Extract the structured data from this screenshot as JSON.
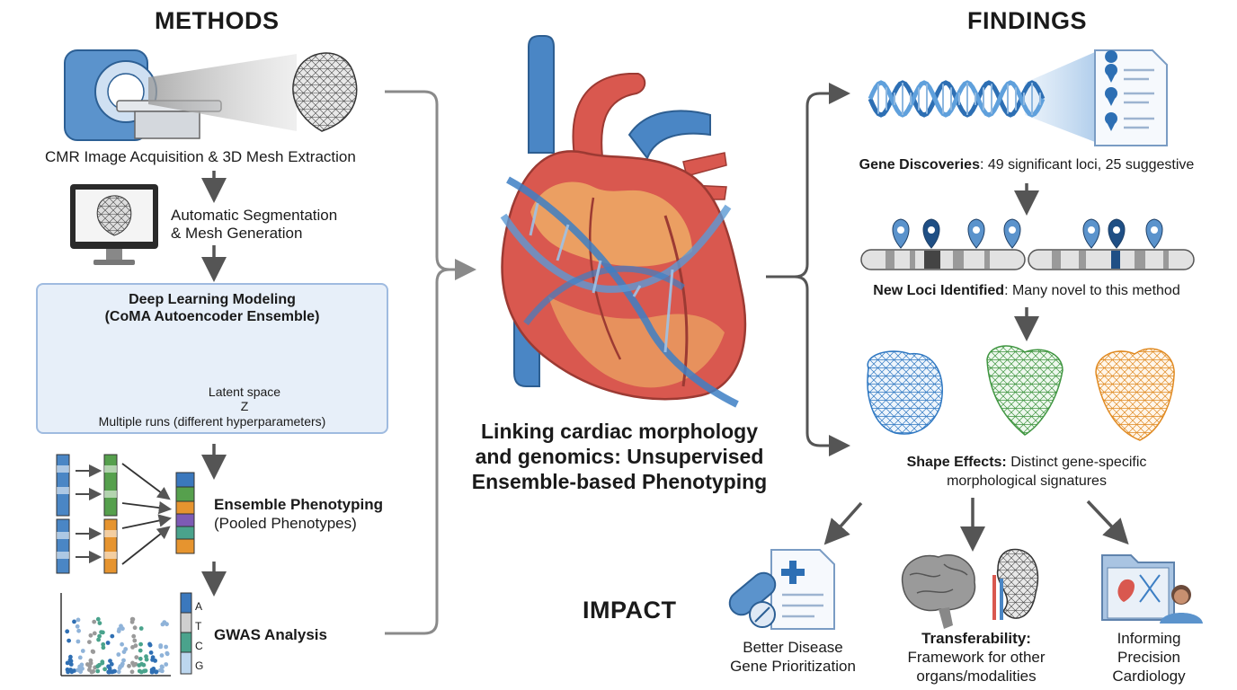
{
  "headers": {
    "methods": "METHODS",
    "findings": "FINDINGS",
    "impact": "IMPACT"
  },
  "methods": {
    "step1": "CMR Image Acquisition & 3D Mesh Extraction",
    "step2_line1": "Automatic Segmentation",
    "step2_line2": "& Mesh Generation",
    "dl_title_line1": "Deep Learning Modeling",
    "dl_title_line2": "(CoMA Autoencoder Ensemble)",
    "latent_space": "Latent space",
    "latent_symbol": "Z",
    "runs_note": "Multiple runs (different hyperparameters)",
    "ensemble_title": "Ensemble Phenotyping",
    "ensemble_sub": "(Pooled Phenotypes)",
    "gwas_title": "GWAS Analysis",
    "bases": [
      "A",
      "T",
      "C",
      "G"
    ]
  },
  "center": {
    "title_line1": "Linking cardiac morphology",
    "title_line2": "and genomics: Unsupervised",
    "title_line3": "Ensemble-based Phenotyping"
  },
  "findings": {
    "gene_bold": "Gene Discoveries",
    "gene_rest": ": 49 significant loci, 25 suggestive",
    "loci_bold": "New Loci Identified",
    "loci_rest": ": Many novel to this method",
    "shape_bold": "Shape Effects:",
    "shape_rest_line1": " Distinct gene-specific",
    "shape_line2": "morphological signatures"
  },
  "impact": {
    "item1_line1": "Better Disease",
    "item1_line2": "Gene Prioritization",
    "item2_bold": "Transferability:",
    "item2_line2": "Framework for other",
    "item2_line3": "organs/modalities",
    "item3_line1": "Informing",
    "item3_line2": "Precision",
    "item3_line3": "Cardiology"
  },
  "colors": {
    "arrow": "#555555",
    "connector": "#8a8a8a",
    "blue": "#3d7fc4",
    "green": "#4c9a47",
    "orange": "#e0922e",
    "heart_red": "#d9584f",
    "vessel_blue": "#4a86c5",
    "dl_box_fill": "#e7eff9",
    "dl_box_border": "#9fbbe0"
  }
}
